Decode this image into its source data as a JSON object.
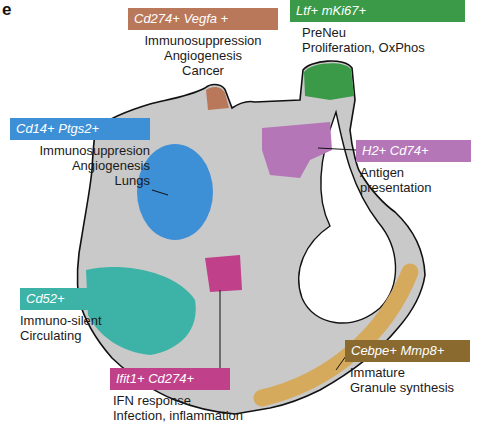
{
  "diagram": {
    "nodes": [
      {
        "text": [
          "Cd274+ Vegfa +",
          "Immunosuppression Angiogenesis Cancer"
        ]
      },
      {
        "text": [
          "Ltf+ mKi67+",
          "PreNeu Proliferation, OxPhos"
        ]
      },
      {
        "text": [
          "Cd14+ Ptgs2+",
          "Immunosuppresion Angiogenesis Lungs"
        ]
      },
      {
        "text": [
          "H2+ Cd74+",
          "Antigen presentation"
        ]
      },
      {
        "text": [
          "Cd52+",
          "Immuno-silent Circulating"
        ]
      },
      {
        "text": [
          "Cebpe+ Mmp8+",
          "Immature Granule synthesis"
        ]
      },
      {
        "text": [
          "Ifit1+ Cd274+",
          "IFN response Infection, inflammation"
        ]
      }
    ],
    "labels": [
      "e"
    ]
  }
}
